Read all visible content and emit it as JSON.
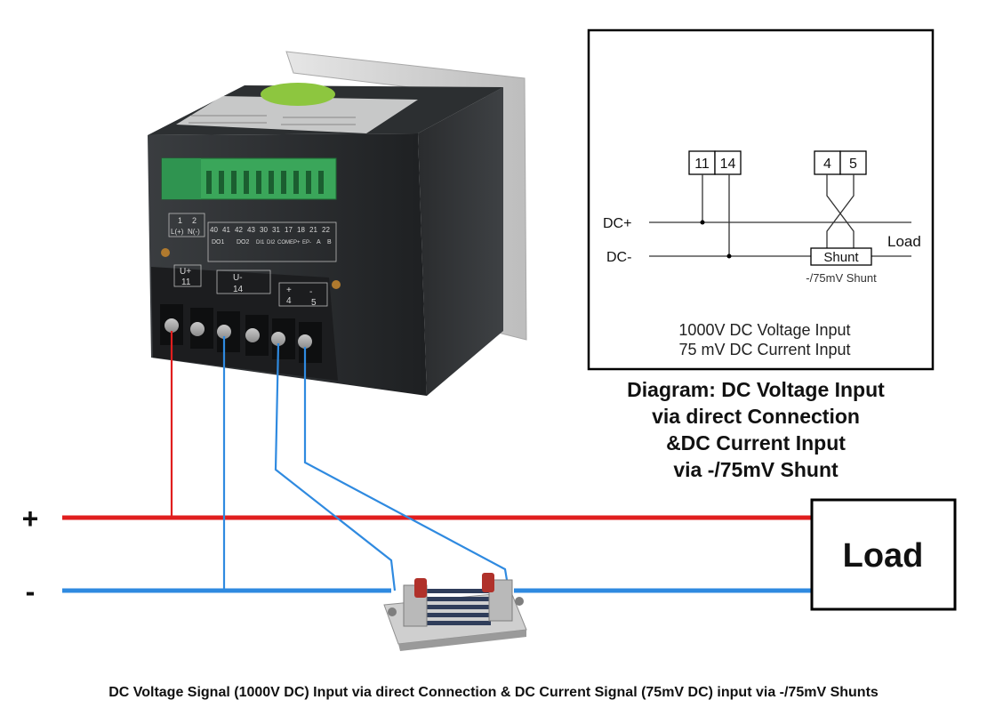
{
  "schematic": {
    "terminal_pair_1": [
      "11",
      "14"
    ],
    "terminal_pair_2": [
      "4",
      "5"
    ],
    "dc_plus_label": "DC+",
    "dc_minus_label": "DC-",
    "load_label": "Load",
    "shunt_label": "Shunt",
    "shunt_rating": "-/75mV Shunt",
    "spec_line_1": "1000V DC Voltage Input",
    "spec_line_2": "75 mV DC Current Input"
  },
  "caption": {
    "line_1": "Diagram: DC Voltage Input",
    "line_2": "via direct Connection",
    "line_3": "&DC Current Input",
    "line_4": "via -/75mV Shunt"
  },
  "wiring": {
    "plus_symbol": "+",
    "minus_symbol": "-",
    "load_box_label": "Load",
    "plus_wire_color": "#e01e1e",
    "minus_wire_color": "#2f8ae0"
  },
  "meter": {
    "top_terminal_numbers": [
      "1",
      "2"
    ],
    "top_terminal_labels": [
      "L(+)",
      "N(-)"
    ],
    "io_terminal_numbers": [
      "40",
      "41",
      "42",
      "43",
      "30",
      "31",
      "17",
      "18",
      "21",
      "22"
    ],
    "io_terminal_labels": [
      "DO1",
      "DO2",
      "DI1",
      "DI2",
      "COM",
      "EP+",
      "EP-",
      "A",
      "B"
    ],
    "lower_terminal_labels": [
      "U+",
      "U-",
      "+",
      "-"
    ],
    "lower_terminal_numbers": [
      "11",
      "14",
      "4",
      "5"
    ]
  },
  "footer": {
    "text": "DC Voltage Signal (1000V DC) Input via direct Connection & DC Current Signal (75mV DC) input via -/75mV Shunts"
  }
}
